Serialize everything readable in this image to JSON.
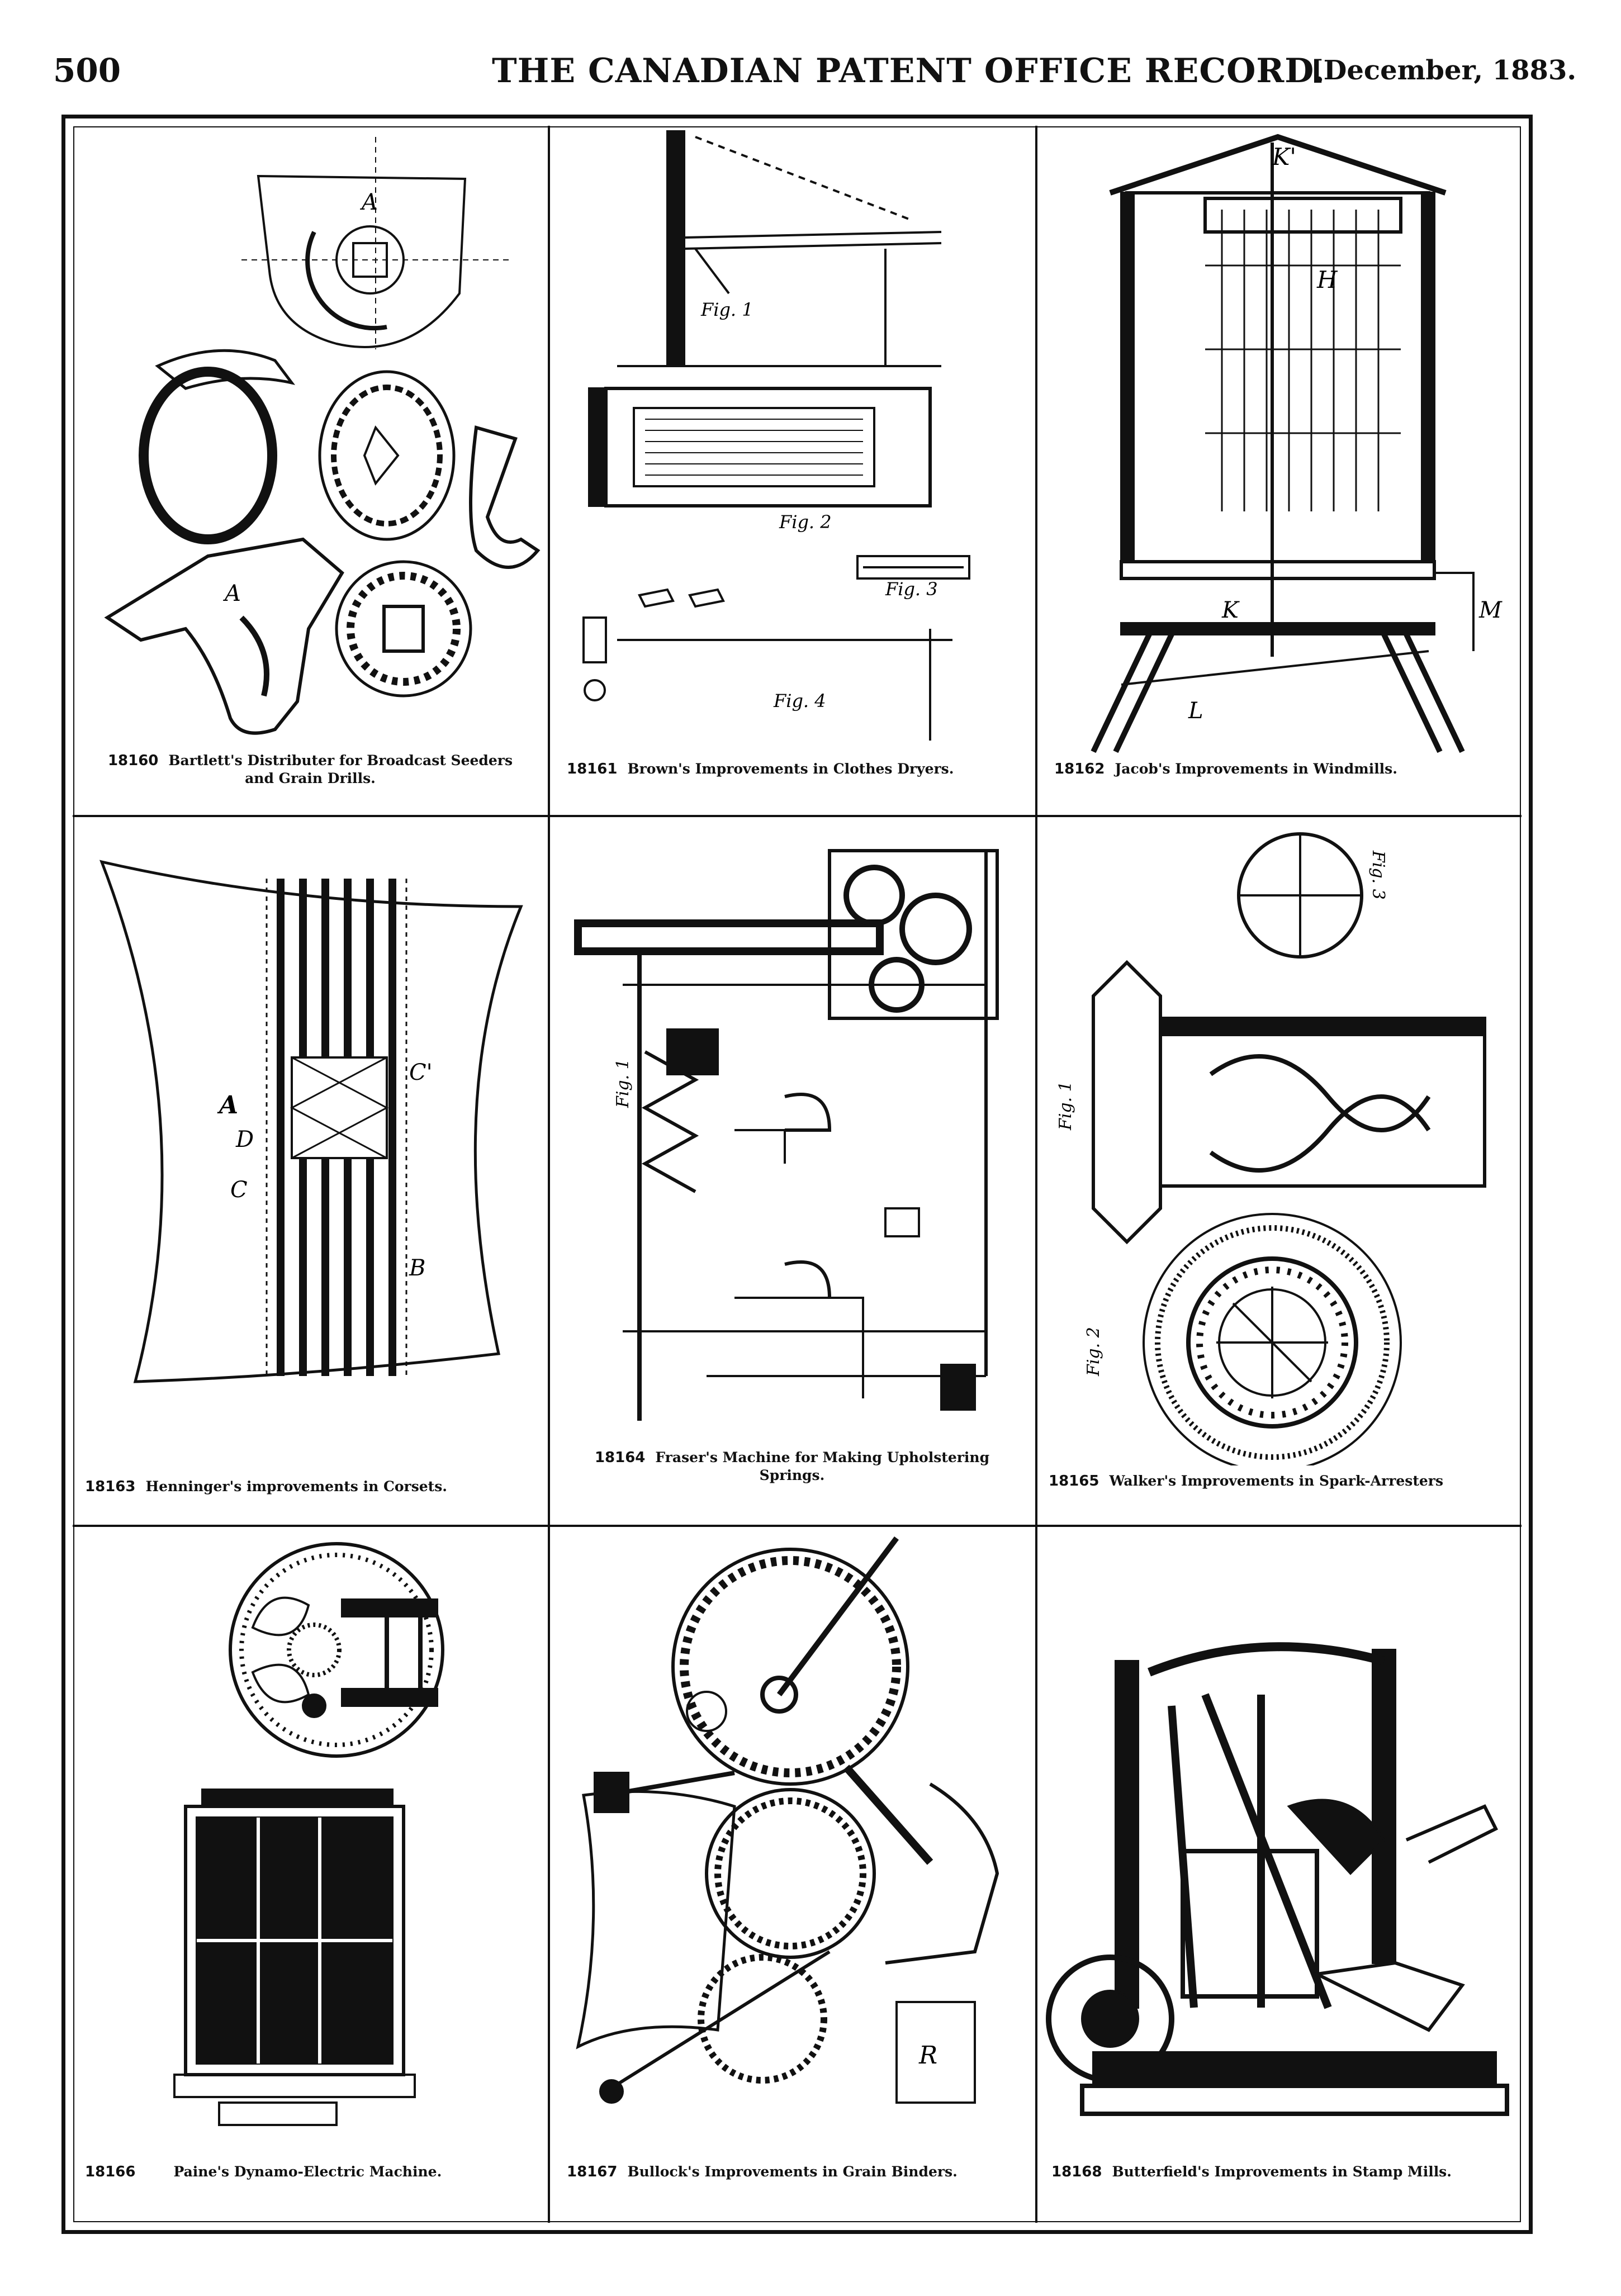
{
  "header": {
    "page_number": "500",
    "title": "THE CANADIAN PATENT OFFICE RECORD.",
    "date": "[December, 1883."
  },
  "patents": [
    {
      "number": "18160",
      "caption_line1": "Bartlett's Distributer for Broadcast Seeders",
      "caption_line2": "and Grain Drills.",
      "icon": "seed-distributer-drawing-icon"
    },
    {
      "number": "18161",
      "caption_line1": "Brown's Improvements in Clothes Dryers.",
      "caption_line2": "",
      "icon": "clothes-dryer-drawing-icon"
    },
    {
      "number": "18162",
      "caption_line1": "Jacob's Improvements in Windmills.",
      "caption_line2": "",
      "icon": "windmill-drawing-icon"
    },
    {
      "number": "18163",
      "caption_line1": "Henninger's improvements in Corsets.",
      "caption_line2": "",
      "icon": "corset-drawing-icon"
    },
    {
      "number": "18164",
      "caption_line1": "Fraser's Machine for Making Upholstering",
      "caption_line2": "Springs.",
      "icon": "spring-machine-drawing-icon"
    },
    {
      "number": "18165",
      "caption_line1": "Walker's Improvements in Spark-Arresters",
      "caption_line2": "",
      "icon": "spark-arrester-drawing-icon"
    },
    {
      "number": "18166",
      "caption_line1": "Paine's Dynamo-Electric Machine.",
      "caption_line2": "",
      "icon": "dynamo-drawing-icon"
    },
    {
      "number": "18167",
      "caption_line1": "Bullock's Improvements in Grain Binders.",
      "caption_line2": "",
      "icon": "grain-binder-drawing-icon"
    },
    {
      "number": "18168",
      "caption_line1": "Butterfield's Improvements in Stamp Mills.",
      "caption_line2": "",
      "icon": "stamp-mill-drawing-icon"
    }
  ],
  "figure_labels": {
    "fig1": "Fig. 1",
    "fig2": "Fig. 2",
    "fig3": "Fig. 3",
    "fig4": "Fig. 4",
    "k1": "K'",
    "a": "A",
    "b": "B",
    "c": "C",
    "c1": "C'",
    "d": "D",
    "m": "M",
    "l": "L",
    "h": "H",
    "k": "K",
    "r": "R"
  }
}
